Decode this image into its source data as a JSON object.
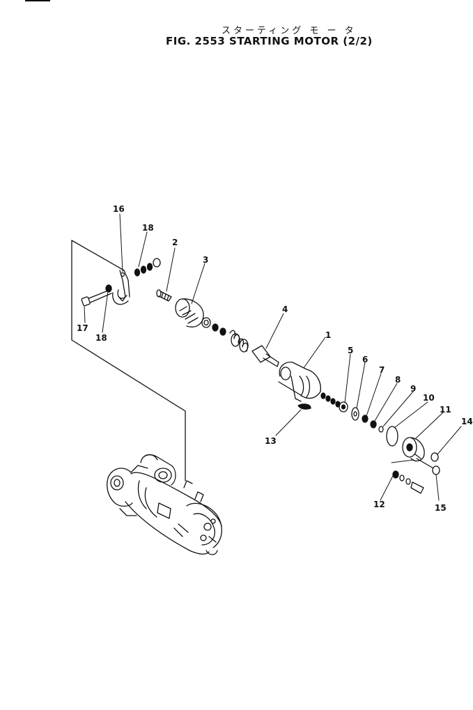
{
  "header": {
    "title_jp": "スターティング モ ー タ",
    "title_en": "FIG. 2553 STARTING MOTOR (2/2)"
  },
  "callouts": [
    "1",
    "2",
    "3",
    "4",
    "5",
    "6",
    "7",
    "8",
    "9",
    "10",
    "11",
    "12",
    "13",
    "14",
    "15",
    "16",
    "17",
    "18",
    "18"
  ]
}
